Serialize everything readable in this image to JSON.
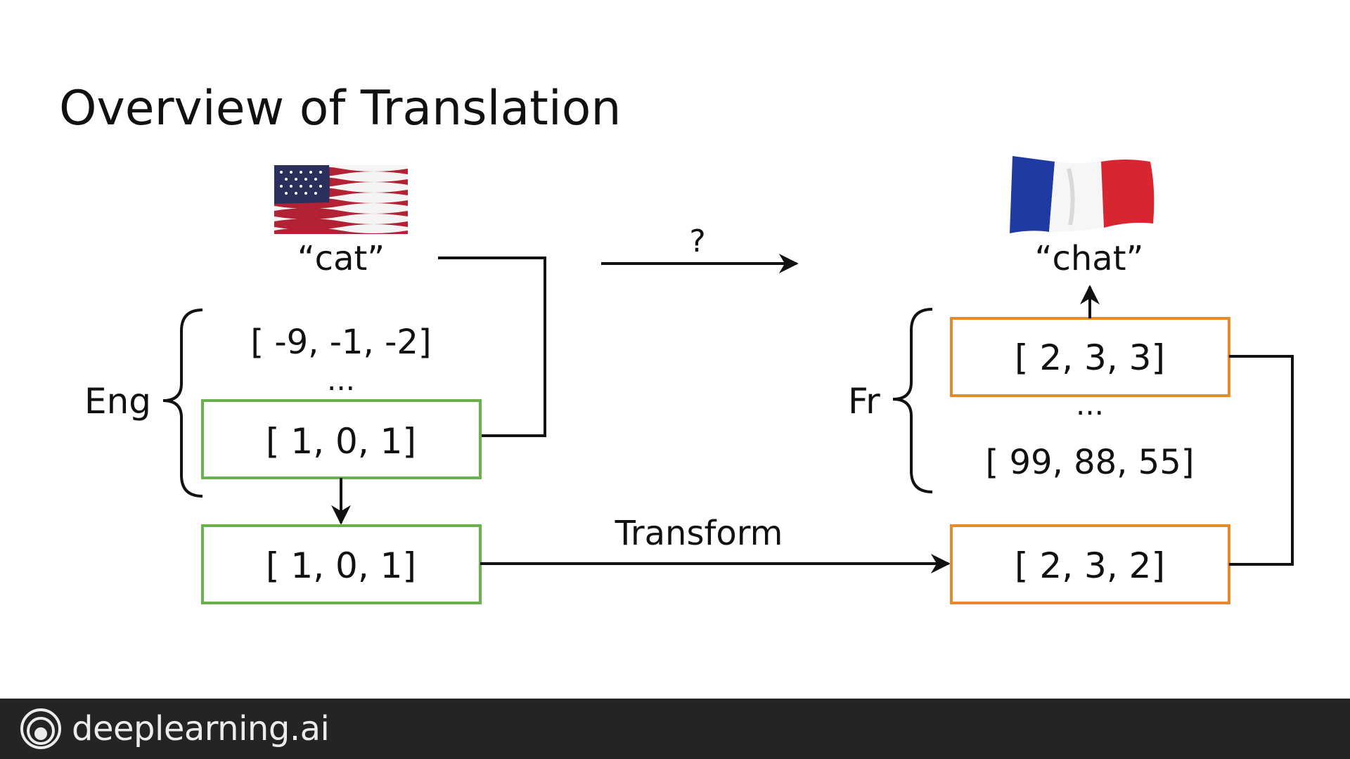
{
  "title": "Overview of Translation",
  "english": {
    "word": "“cat”",
    "group_label": "Eng",
    "vector_top": "[ -9, -1, -2]",
    "ellipsis": "...",
    "vector_selected": "[ 1, 0, 1]",
    "vector_input": "[ 1, 0, 1]"
  },
  "french": {
    "word": "“chat”",
    "group_label": "Fr",
    "vector_nearest": "[ 2, 3, 3]",
    "ellipsis": "...",
    "vector_bottom": "[ 99, 88, 55]",
    "vector_transformed": "[ 2, 3, 2]"
  },
  "arrows": {
    "question": "?",
    "transform": "Transform"
  },
  "footer": {
    "brand": "deeplearning.ai"
  },
  "colors": {
    "english_box": "#6ab04c",
    "french_box": "#e68a2e",
    "footer_bg": "#242424"
  },
  "icons": {
    "us_flag": "us-flag-icon",
    "fr_flag": "fr-flag-icon",
    "logo": "deeplearning-logo-icon"
  }
}
